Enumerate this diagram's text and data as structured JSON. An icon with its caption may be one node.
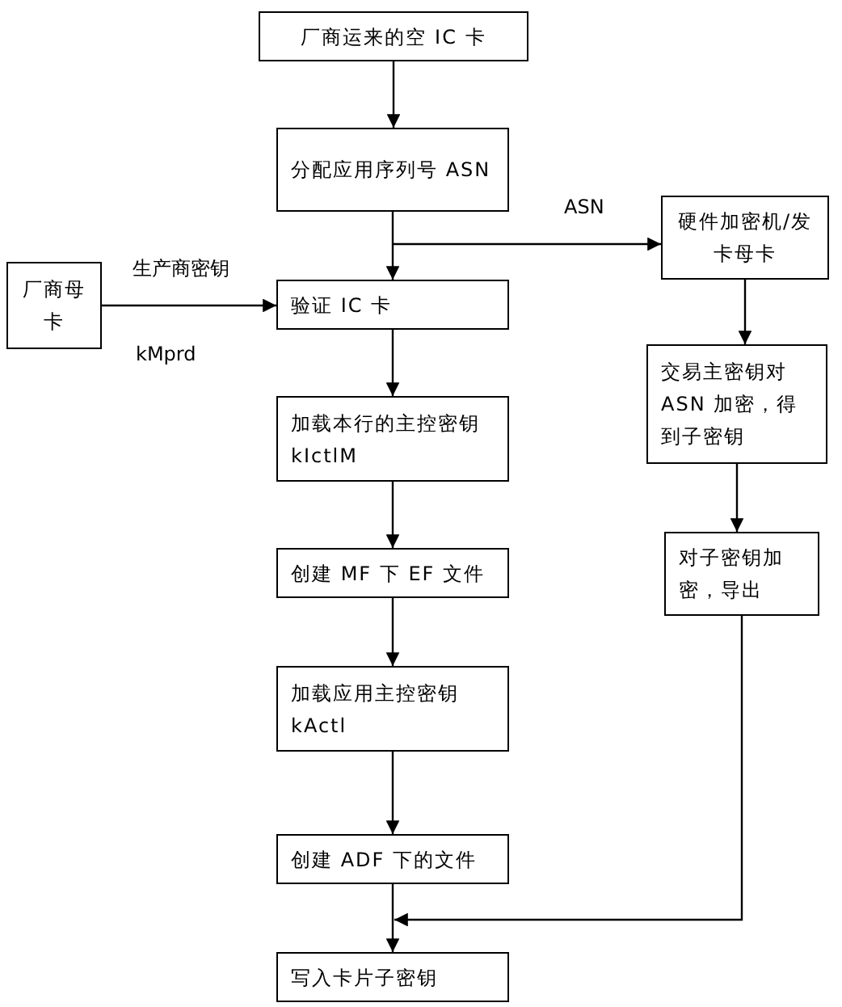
{
  "diagram": {
    "nodes": [
      {
        "text": [
          "厂商运来的空 IC 卡"
        ]
      },
      {
        "text": [
          "分配应用序列号 ASN"
        ]
      },
      {
        "text": [
          "硬件加密机/发卡母卡"
        ]
      },
      {
        "text": [
          "厂商母卡"
        ]
      },
      {
        "text": [
          "验证 IC 卡"
        ]
      },
      {
        "text": [
          "交易主密钥对 ASN 加密，得到子密钥"
        ]
      },
      {
        "text": [
          "加载本行的主控密钥 kIctlM"
        ]
      },
      {
        "text": [
          "对子密钥加密，导出"
        ]
      },
      {
        "text": [
          "创建 MF 下 EF 文件"
        ]
      },
      {
        "text": [
          "加载应用主控密钥 kActl"
        ]
      },
      {
        "text": [
          "创建 ADF 下的文件"
        ]
      },
      {
        "text": [
          "写入卡片子密钥"
        ]
      }
    ],
    "edges": [
      {
        "from": 0,
        "to": 1,
        "arrow": "to"
      },
      {
        "from": 1,
        "to": 4,
        "arrow": "to"
      },
      {
        "from": 1,
        "to": 2,
        "arrow": "to",
        "label": "ASN"
      },
      {
        "from": 3,
        "to": 4,
        "arrow": "to",
        "label": "生产商密钥"
      },
      {
        "from": 4,
        "to": 6,
        "arrow": "to"
      },
      {
        "from": 6,
        "to": 8,
        "arrow": "to"
      },
      {
        "from": 8,
        "to": 9,
        "arrow": "to"
      },
      {
        "from": 9,
        "to": 10,
        "arrow": "to"
      },
      {
        "from": 10,
        "to": 11,
        "arrow": "to"
      },
      {
        "from": 2,
        "to": 5,
        "arrow": "to"
      },
      {
        "from": 5,
        "to": 7,
        "arrow": "to"
      },
      {
        "from": 7,
        "to": 11,
        "arrow": "to"
      }
    ],
    "labels": [
      "kMprd"
    ]
  }
}
